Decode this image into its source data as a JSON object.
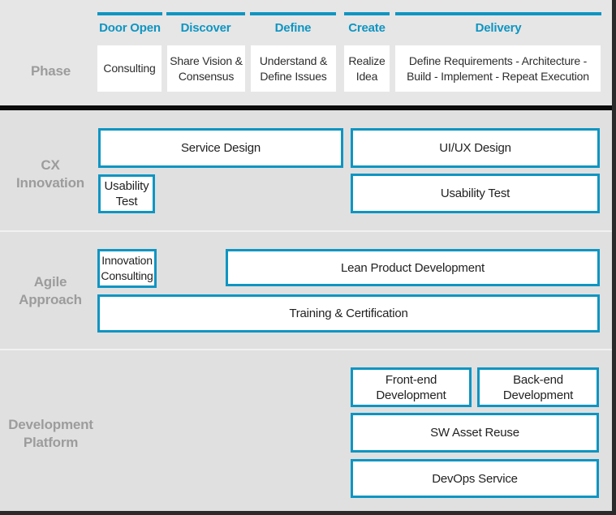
{
  "colors": {
    "accent_teal": "#0e95c2",
    "top_band_bg": "#e6e6e6",
    "section_bg": "#e0e0e0",
    "divider_black": "#0c0c0c",
    "edge_dark": "#2b2b2b",
    "label_gray": "#9c9c9c",
    "box_text": "#222222",
    "box_bg": "#ffffff"
  },
  "phase": {
    "row_label": "Phase",
    "columns": [
      {
        "label": "Door Open",
        "description": "Consulting"
      },
      {
        "label": "Discover",
        "description": "Share Vision & Consensus"
      },
      {
        "label": "Define",
        "description": "Understand & Define Issues"
      },
      {
        "label": "Create",
        "description": "Realize Idea"
      },
      {
        "label": "Delivery",
        "description": "Define Requirements - Architecture - Build - Implement - Repeat Execution"
      }
    ]
  },
  "sections": [
    {
      "label_line1": "CX",
      "label_line2": "Innovation",
      "boxes": {
        "service_design": "Service Design",
        "uiux_design": "UI/UX Design",
        "usability_test_left": "Usability Test",
        "usability_test_right": "Usability Test"
      }
    },
    {
      "label_line1": "Agile",
      "label_line2": "Approach",
      "boxes": {
        "innovation_consulting": "Innovation Consulting",
        "lean_product_development": "Lean Product Development",
        "training_certification": "Training & Certification"
      }
    },
    {
      "label_line1": "Development",
      "label_line2": "Platform",
      "boxes": {
        "frontend_development": "Front-end Development",
        "backend_development": "Back-end Development",
        "sw_asset_reuse": "SW Asset Reuse",
        "devops_service": "DevOps Service"
      }
    }
  ]
}
